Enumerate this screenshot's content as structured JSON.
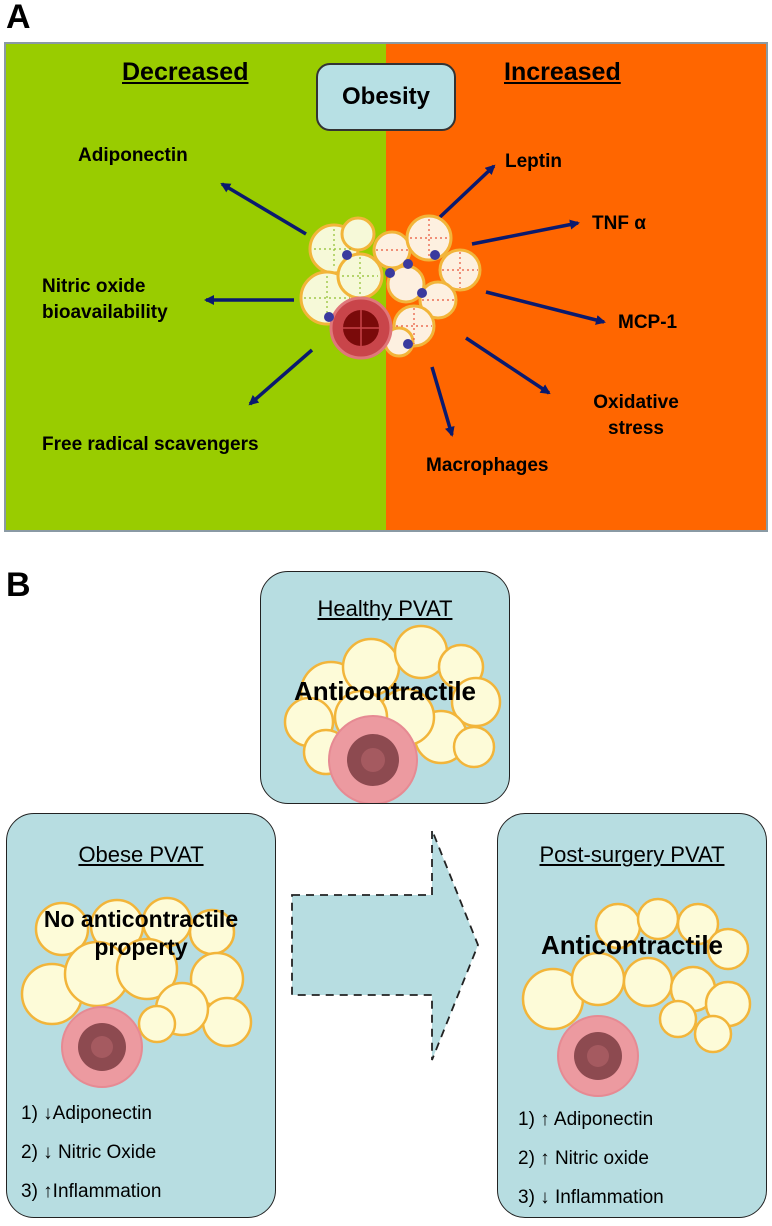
{
  "panel_a": {
    "letter": "A",
    "decreased_heading": "Decreased",
    "increased_heading": "Increased",
    "center_label": "Obesity",
    "decreased_items": [
      "Adiponectin",
      "Nitric oxide bioavailability",
      "Free radical scavengers"
    ],
    "increased_items": [
      "Leptin",
      "TNF α",
      "MCP-1",
      "Oxidative stress",
      "Macrophages"
    ],
    "colors": {
      "decreased_bg": "#99cc00",
      "increased_bg": "#ff6600",
      "arrow": "#0a1a6e"
    }
  },
  "panel_b": {
    "letter": "B",
    "healthy": {
      "title": "Healthy PVAT",
      "label": "Anticontractile"
    },
    "obese": {
      "title": "Obese PVAT",
      "label_line1": "No anticontractile",
      "label_line2": "property",
      "items": [
        "1) ↓Adiponectin",
        "2) ↓ Nitric Oxide",
        "3) ↑Inflammation"
      ]
    },
    "post_surgery": {
      "title": "Post-surgery PVAT",
      "label": "Anticontractile",
      "items": [
        "1) ↑ Adiponectin",
        "2) ↑ Nitric oxide",
        "3) ↓ Inflammation"
      ]
    },
    "colors": {
      "box_bg": "#b7dde1",
      "adipocyte_fill": "#fdfbd8",
      "adipocyte_stroke": "#f2b53a"
    }
  }
}
